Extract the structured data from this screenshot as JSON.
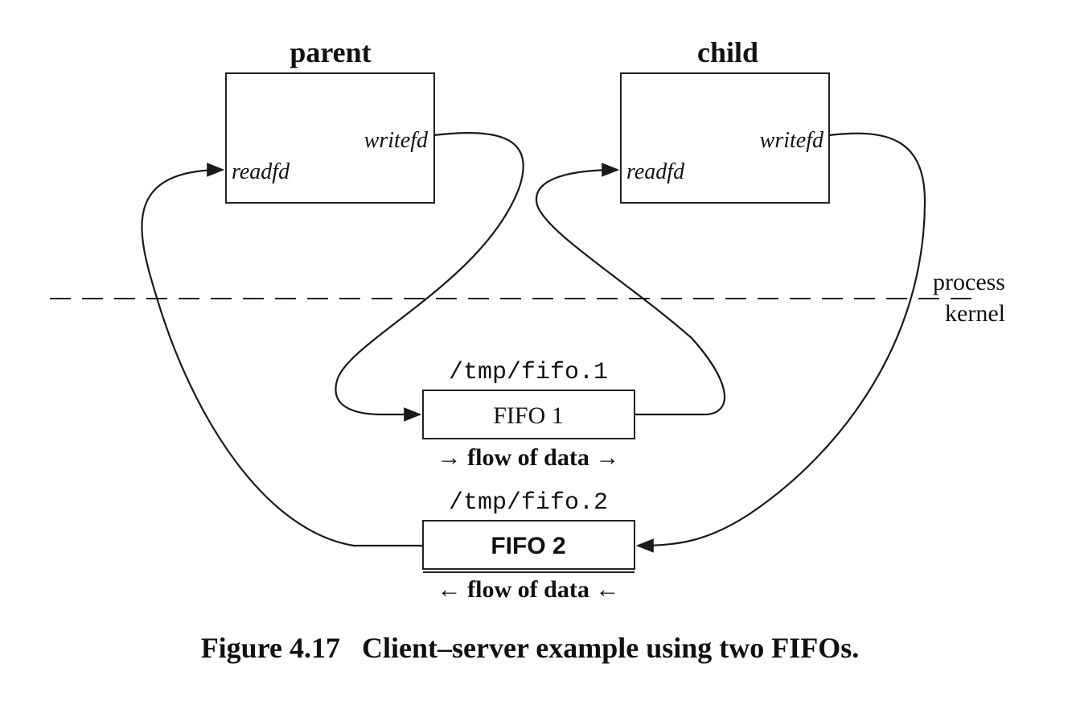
{
  "processes": {
    "parent": {
      "title": "parent",
      "read_label": "readfd",
      "write_label": "writefd"
    },
    "child": {
      "title": "child",
      "read_label": "readfd",
      "write_label": "writefd"
    }
  },
  "boundary": {
    "upper_label": "process",
    "lower_label": "kernel"
  },
  "fifos": {
    "fifo1": {
      "path": "/tmp/fifo.1",
      "label": "FIFO 1",
      "flow": "→ flow of data →"
    },
    "fifo2": {
      "path": "/tmp/fifo.2",
      "label": "FIFO 2",
      "flow": "← flow of data ←"
    }
  },
  "caption": "Figure 4.17   Client–server example using two FIFOs."
}
